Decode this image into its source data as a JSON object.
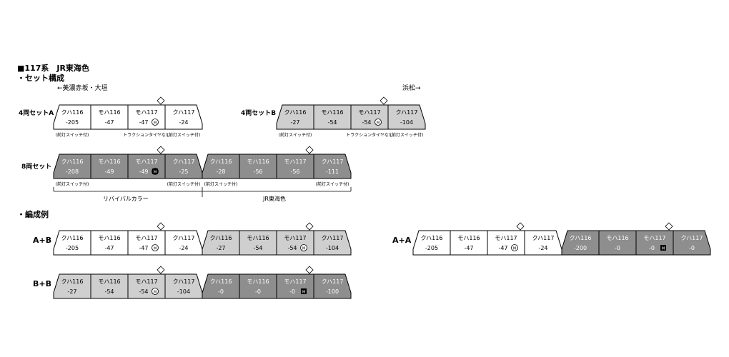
{
  "title": "■117系　JR東海色",
  "section_set": "・セット構成",
  "section_example": "・編成例",
  "dir_left": "←美濃赤坂・大垣",
  "dir_right": "浜松→",
  "label_4a": "4両セットA",
  "label_4b": "4両セットB",
  "label_8": "8両セット",
  "label_ab": "A+B",
  "label_bb": "B+B",
  "label_aa": "A+A",
  "segment_left": "リバイバルカラー",
  "segment_right": "JR東海色",
  "note_headlight": "(前灯スイッチ付)",
  "note_traction": "トラクションタイヤなし",
  "motor_mark": "M",
  "colors": {
    "white": "#ffffff",
    "light_gray": "#cfcfcf",
    "dark_gray": "#8e8e8e",
    "line": "#000000"
  },
  "trains": {
    "set_a": [
      {
        "type": "クハ116",
        "num": "-205",
        "shade": "white",
        "cab": "left",
        "note": "headlight"
      },
      {
        "type": "モハ116",
        "num": "-47",
        "shade": "white"
      },
      {
        "type": "モハ117",
        "num": "-47",
        "shade": "white",
        "motor": true,
        "pantograph": true,
        "note": "traction"
      },
      {
        "type": "クハ117",
        "num": "-24",
        "shade": "white",
        "cab": "right",
        "note": "headlight"
      }
    ],
    "set_b": [
      {
        "type": "クハ116",
        "num": "-27",
        "shade": "light_gray",
        "cab": "left",
        "note": "headlight"
      },
      {
        "type": "モハ116",
        "num": "-54",
        "shade": "light_gray"
      },
      {
        "type": "モハ117",
        "num": "-54",
        "shade": "light_gray",
        "motor": true,
        "pantograph": true,
        "note": "traction"
      },
      {
        "type": "クハ117",
        "num": "-104",
        "shade": "light_gray",
        "cab": "right",
        "note": "headlight"
      }
    ],
    "set_8": [
      {
        "type": "クハ116",
        "num": "-208",
        "shade": "dark_gray",
        "cab": "left",
        "note": "headlight"
      },
      {
        "type": "モハ116",
        "num": "-49",
        "shade": "dark_gray"
      },
      {
        "type": "モハ117",
        "num": "-49",
        "shade": "dark_gray",
        "motor": true,
        "pantograph": true,
        "mark": "solid"
      },
      {
        "type": "クハ117",
        "num": "-25",
        "shade": "dark_gray",
        "cab": "right",
        "note": "headlight"
      },
      {
        "type": "クハ116",
        "num": "-28",
        "shade": "dark_gray",
        "cab": "left",
        "note": "headlight"
      },
      {
        "type": "モハ116",
        "num": "-56",
        "shade": "dark_gray"
      },
      {
        "type": "モハ117",
        "num": "-56",
        "shade": "dark_gray",
        "pantograph": true
      },
      {
        "type": "クハ117",
        "num": "-111",
        "shade": "dark_gray",
        "cab": "right",
        "note": "headlight"
      }
    ],
    "ab": [
      {
        "type": "クハ116",
        "num": "-205",
        "shade": "white",
        "cab": "left"
      },
      {
        "type": "モハ116",
        "num": "-47",
        "shade": "white"
      },
      {
        "type": "モハ117",
        "num": "-47",
        "shade": "white",
        "motor": true,
        "pantograph": true
      },
      {
        "type": "クハ117",
        "num": "-24",
        "shade": "white",
        "cab": "right"
      },
      {
        "type": "クハ116",
        "num": "-27",
        "shade": "light_gray",
        "cab": "left"
      },
      {
        "type": "モハ116",
        "num": "-54",
        "shade": "light_gray"
      },
      {
        "type": "モハ117",
        "num": "-54",
        "shade": "light_gray",
        "motor": true,
        "pantograph": true
      },
      {
        "type": "クハ117",
        "num": "-104",
        "shade": "light_gray",
        "cab": "right"
      }
    ],
    "bb": [
      {
        "type": "クハ116",
        "num": "-27",
        "shade": "light_gray",
        "cab": "left"
      },
      {
        "type": "モハ116",
        "num": "-54",
        "shade": "light_gray"
      },
      {
        "type": "モハ117",
        "num": "-54",
        "shade": "light_gray",
        "motor": true,
        "pantograph": true
      },
      {
        "type": "クハ117",
        "num": "-104",
        "shade": "light_gray",
        "cab": "right"
      },
      {
        "type": "クハ116",
        "num": "-0",
        "shade": "dark_gray",
        "cab": "left"
      },
      {
        "type": "モハ116",
        "num": "-0",
        "shade": "dark_gray"
      },
      {
        "type": "モハ117",
        "num": "-0",
        "shade": "dark_gray",
        "pantograph": true,
        "mark": "solid"
      },
      {
        "type": "クハ117",
        "num": "-100",
        "shade": "dark_gray",
        "cab": "right"
      }
    ],
    "aa": [
      {
        "type": "クハ116",
        "num": "-205",
        "shade": "white",
        "cab": "left"
      },
      {
        "type": "モハ116",
        "num": "-47",
        "shade": "white"
      },
      {
        "type": "モハ117",
        "num": "-47",
        "shade": "white",
        "motor": true,
        "pantograph": true
      },
      {
        "type": "クハ117",
        "num": "-24",
        "shade": "white",
        "cab": "right"
      },
      {
        "type": "クハ116",
        "num": "-200",
        "shade": "dark_gray",
        "cab": "left"
      },
      {
        "type": "モハ116",
        "num": "-0",
        "shade": "dark_gray"
      },
      {
        "type": "モハ117",
        "num": "-0",
        "shade": "dark_gray",
        "pantograph": true,
        "mark": "solid"
      },
      {
        "type": "クハ117",
        "num": "-0",
        "shade": "dark_gray",
        "cab": "right"
      }
    ]
  }
}
